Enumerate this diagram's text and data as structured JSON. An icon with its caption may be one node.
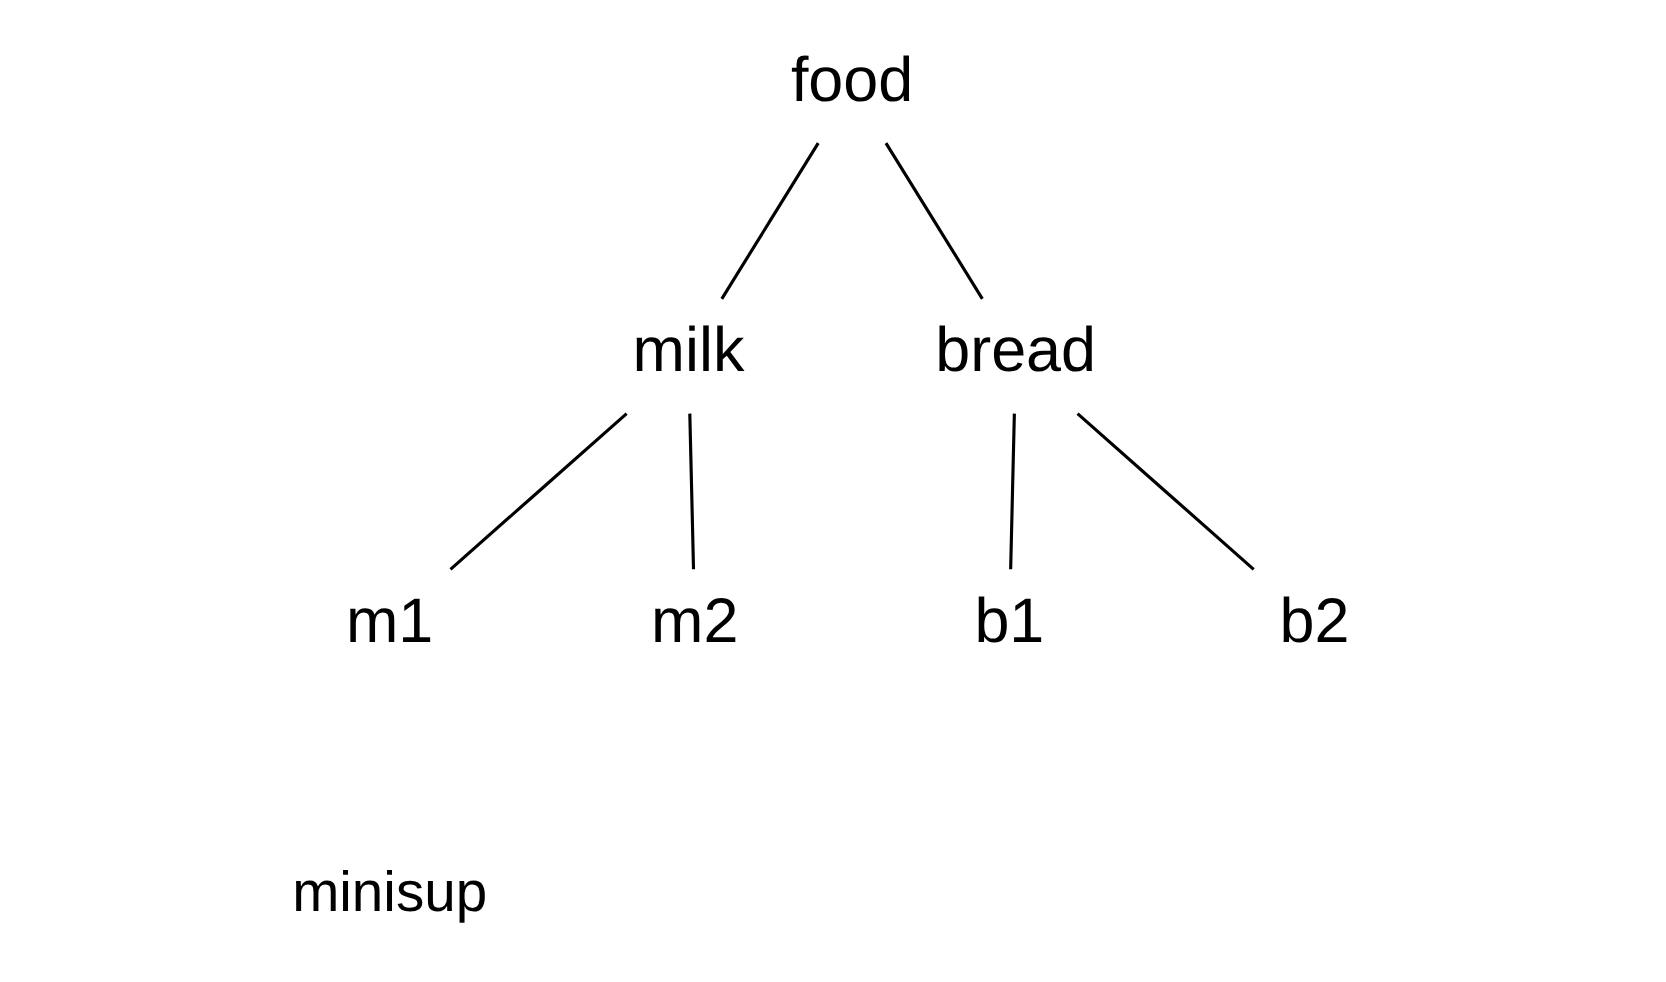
{
  "diagram": {
    "nodes": [
      {
        "text": [
          "food"
        ]
      },
      {
        "text": [
          "milk"
        ]
      },
      {
        "text": [
          "bread"
        ]
      },
      {
        "text": [
          "m1"
        ]
      },
      {
        "text": [
          "m2"
        ]
      },
      {
        "text": [
          "b1"
        ]
      },
      {
        "text": [
          "b2"
        ]
      }
    ],
    "edges": [
      {
        "from": 0,
        "to": 1,
        "arrow": "none"
      },
      {
        "from": 0,
        "to": 2,
        "arrow": "none"
      },
      {
        "from": 1,
        "to": 3,
        "arrow": "none"
      },
      {
        "from": 1,
        "to": 4,
        "arrow": "none"
      },
      {
        "from": 2,
        "to": 5,
        "arrow": "none"
      },
      {
        "from": 2,
        "to": 6,
        "arrow": "none"
      }
    ],
    "labels": [
      "minisup"
    ]
  }
}
